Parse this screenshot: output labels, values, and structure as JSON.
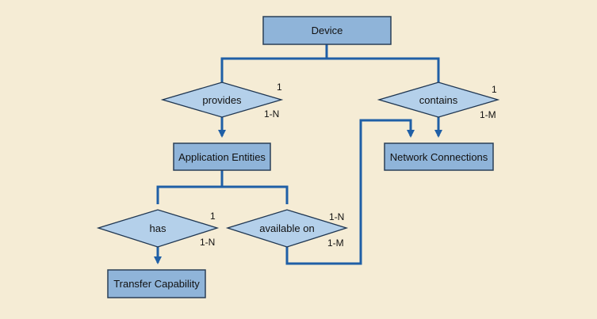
{
  "diagram": {
    "colors": {
      "background": "#f5ecd5",
      "entity_fill": "#8fb4d9",
      "entity_border": "#2a3e57",
      "relation_fill": "#b4d0ea",
      "relation_border": "#1e3550",
      "connector": "#1f5fa6"
    },
    "entities": {
      "device": "Device",
      "application_entities": "Application Entities",
      "network_connections": "Network Connections",
      "transfer_capability": "Transfer Capability"
    },
    "relations": {
      "provides": {
        "label": "provides",
        "card_top": "1",
        "card_bottom": "1-N"
      },
      "contains": {
        "label": "contains",
        "card_top": "1",
        "card_bottom": "1-M"
      },
      "has": {
        "label": "has",
        "card_top": "1",
        "card_bottom": "1-N"
      },
      "available_on": {
        "label": "available on",
        "card_top": "1-N",
        "card_bottom": "1-M"
      }
    }
  }
}
